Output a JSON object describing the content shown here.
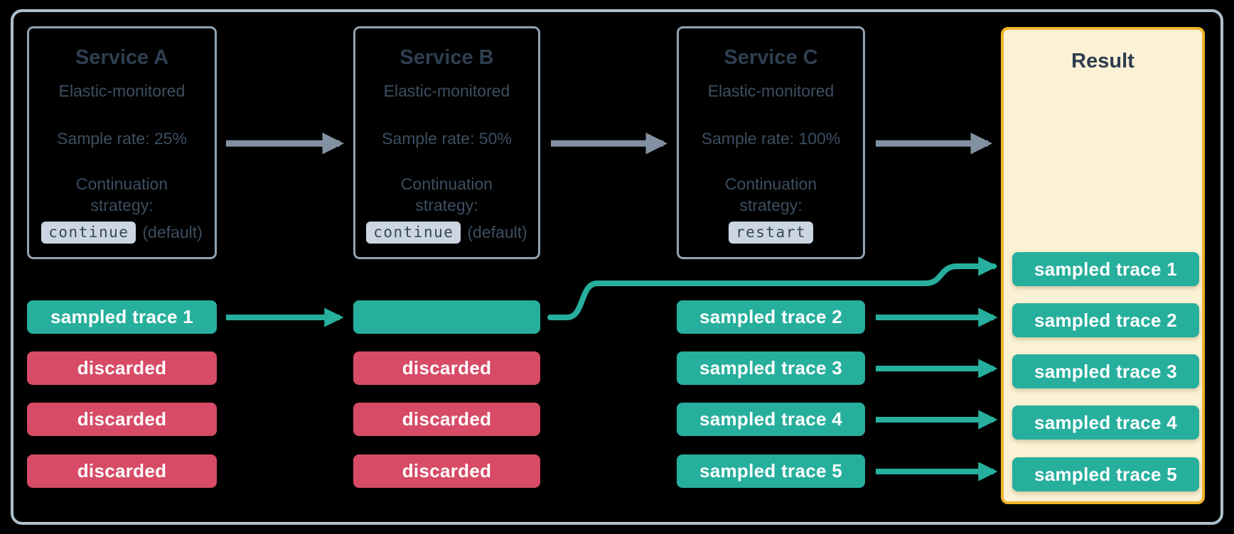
{
  "services": [
    {
      "title": "Service A",
      "monitored": "Elastic-monitored",
      "sample_rate": "Sample rate: 25%",
      "strategy_label": "Continuation strategy:",
      "strategy_value": "continue",
      "strategy_suffix": "(default)"
    },
    {
      "title": "Service B",
      "monitored": "Elastic-monitored",
      "sample_rate": "Sample rate: 50%",
      "strategy_label": "Continuation strategy:",
      "strategy_value": "continue",
      "strategy_suffix": "(default)"
    },
    {
      "title": "Service C",
      "monitored": "Elastic-monitored",
      "sample_rate": "Sample rate: 100%",
      "strategy_label": "Continuation strategy:",
      "strategy_value": "restart",
      "strategy_suffix": ""
    }
  ],
  "columns": {
    "service_a_traces": [
      "sampled trace 1",
      "discarded",
      "discarded",
      "discarded"
    ],
    "service_b_traces": [
      "",
      "discarded",
      "discarded",
      "discarded"
    ],
    "service_c_traces": [
      "sampled trace 2",
      "sampled trace 3",
      "sampled trace 4",
      "sampled trace 5"
    ]
  },
  "result": {
    "title": "Result",
    "traces": [
      "sampled trace 1",
      "sampled trace 2",
      "sampled trace 3",
      "sampled trace 4",
      "sampled trace 5"
    ]
  },
  "colors": {
    "sampled_teal": "#27AF9D",
    "discarded_red": "#D74B66",
    "result_background": "#FBF1D4",
    "result_border_gold": "#F0B429",
    "service_border": "#92A3B2",
    "outer_border": "#AEC0CD",
    "gray_arrow": "#8191A2",
    "slate_text": "#3C4E60",
    "title_text": "#2E3F51",
    "chip_background": "#CBD6E2",
    "pill_text": "#FFFFFF",
    "page_background": "#000000"
  }
}
